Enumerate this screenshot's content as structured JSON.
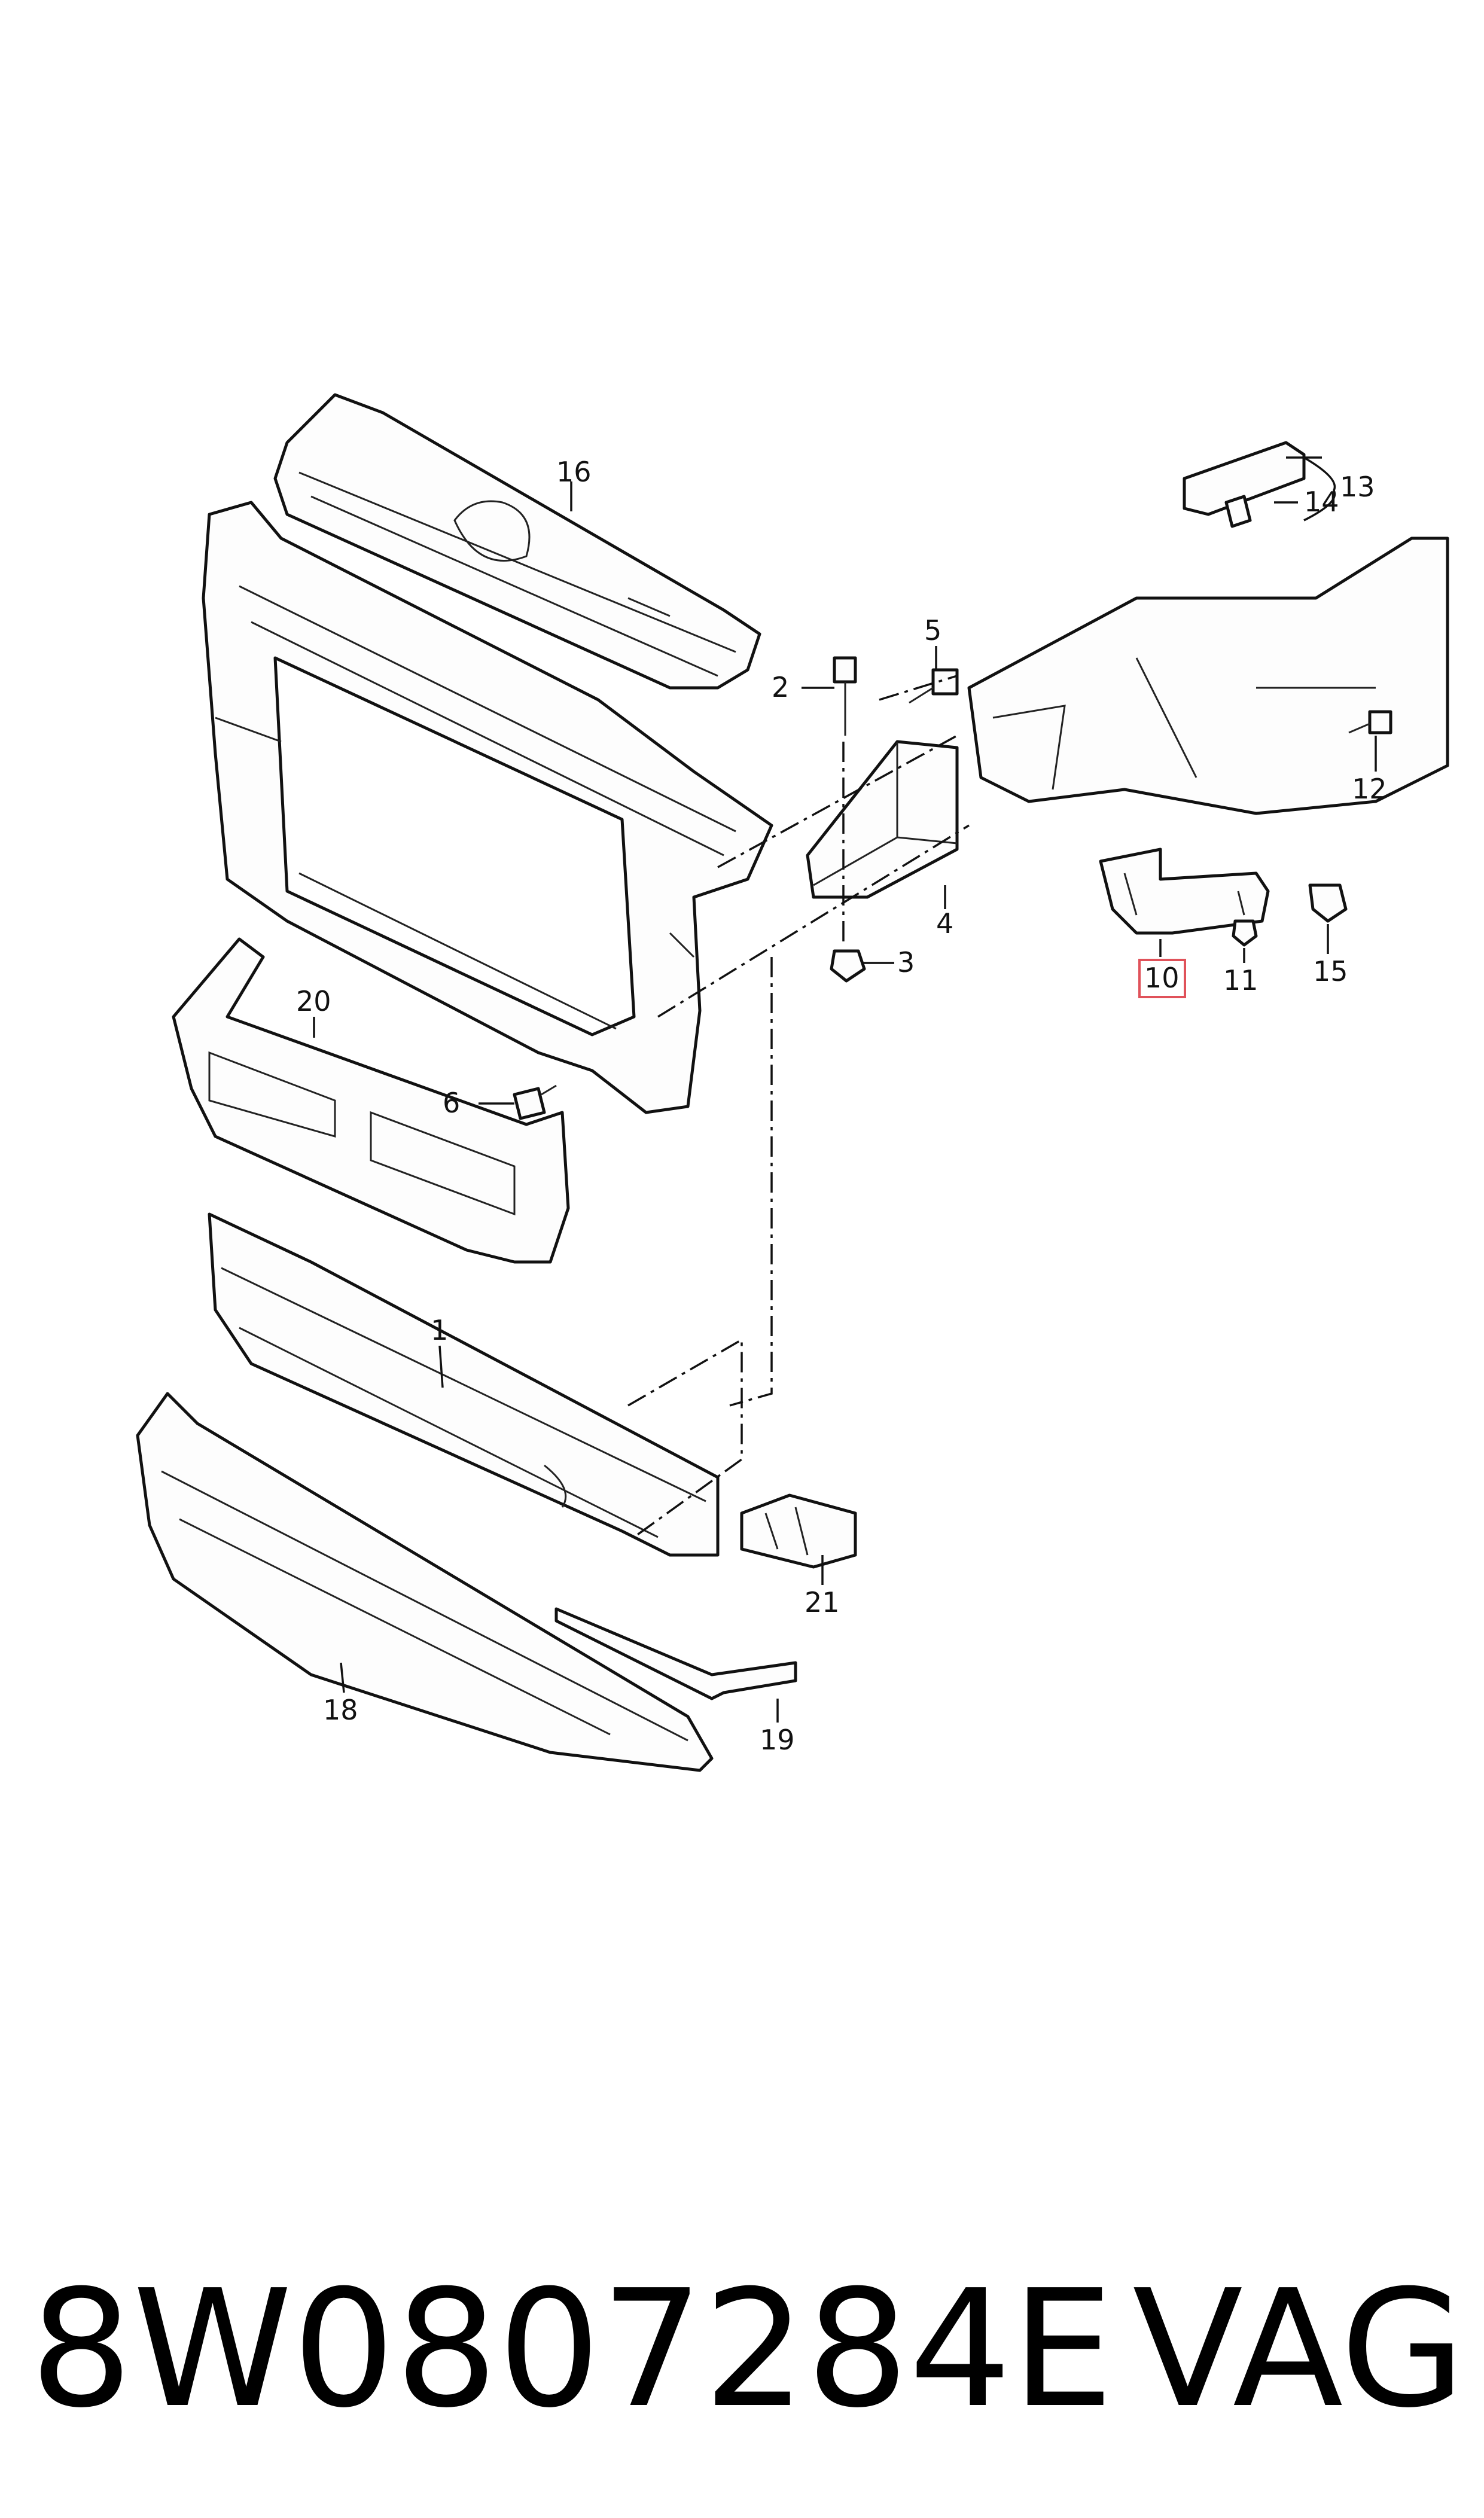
{
  "callouts": {
    "c1": "1",
    "c2": "2",
    "c3": "3",
    "c4": "4",
    "c5": "5",
    "c6": "6",
    "c10": "10",
    "c11": "11",
    "c12": "12",
    "c13": "13",
    "c14": "14",
    "c15": "15",
    "c16": "16",
    "c18": "18",
    "c19": "19",
    "c20": "20",
    "c21": "21"
  },
  "highlighted_callout": "10",
  "highlight_color": "#e0525a",
  "footer": {
    "part_number": "8W0807284E",
    "brand": "VAG"
  }
}
